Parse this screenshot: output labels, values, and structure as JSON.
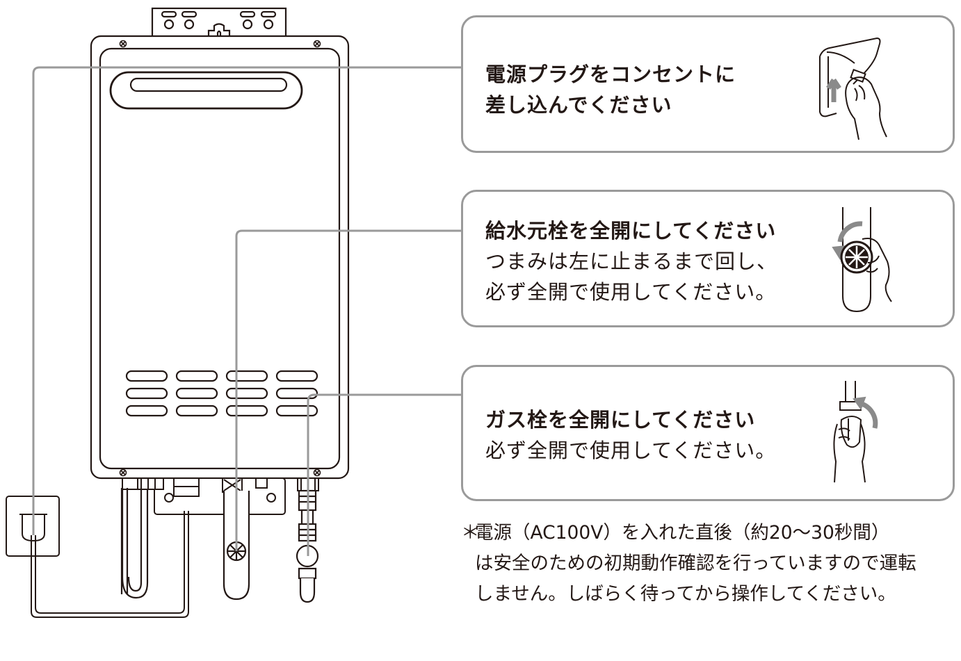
{
  "steps": [
    {
      "title_lines": [
        "電源プラグをコンセントに",
        "差し込んでください"
      ],
      "icon": "hand-inserting-plug-icon"
    },
    {
      "title": "給水元栓を全開にしてください",
      "desc_lines": [
        "つまみは左に止まるまで回し、",
        "必ず全開で使用してください。"
      ],
      "icon": "water-valve-turn-icon"
    },
    {
      "title": "ガス栓を全開にしてください",
      "desc_lines": [
        "必ず全開で使用してください。"
      ],
      "icon": "gas-valve-turn-icon"
    }
  ],
  "note": {
    "mark": "＊",
    "lines": [
      "電源（AC100V）を入れた直後（約20〜30秒間）",
      "は安全のための初期動作確認を行っていますので運転",
      "しません。しばらく待ってから操作してください。"
    ]
  },
  "colors": {
    "line_art": "#231815",
    "leader_gray": "#9a9a9a",
    "arrow_gray": "#8a8a8a"
  }
}
